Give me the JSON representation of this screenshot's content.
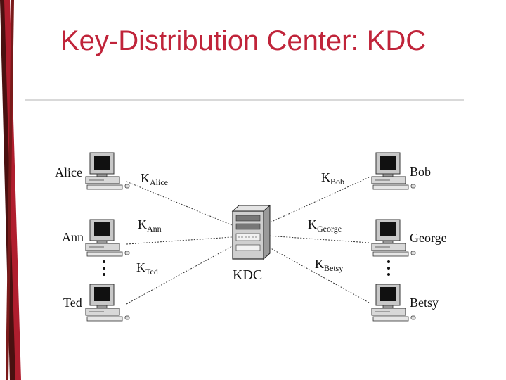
{
  "slide": {
    "title": "Key-Distribution Center: KDC"
  },
  "diagram": {
    "center": {
      "label": "KDC"
    },
    "left_users": [
      {
        "name": "Alice",
        "key_base": "K",
        "key_sub": "Alice"
      },
      {
        "name": "Ann",
        "key_base": "K",
        "key_sub": "Ann"
      },
      {
        "name": "Ted",
        "key_base": "K",
        "key_sub": "Ted"
      }
    ],
    "right_users": [
      {
        "name": "Bob",
        "key_base": "K",
        "key_sub": "Bob"
      },
      {
        "name": "George",
        "key_base": "K",
        "key_sub": "George"
      },
      {
        "name": "Betsy",
        "key_base": "K",
        "key_sub": "Betsy"
      }
    ]
  },
  "colors": {
    "title": "#c0243a",
    "rule": "#d9d9d9",
    "deco_dark": "#4a1010",
    "deco_red": "#b01e2e"
  }
}
